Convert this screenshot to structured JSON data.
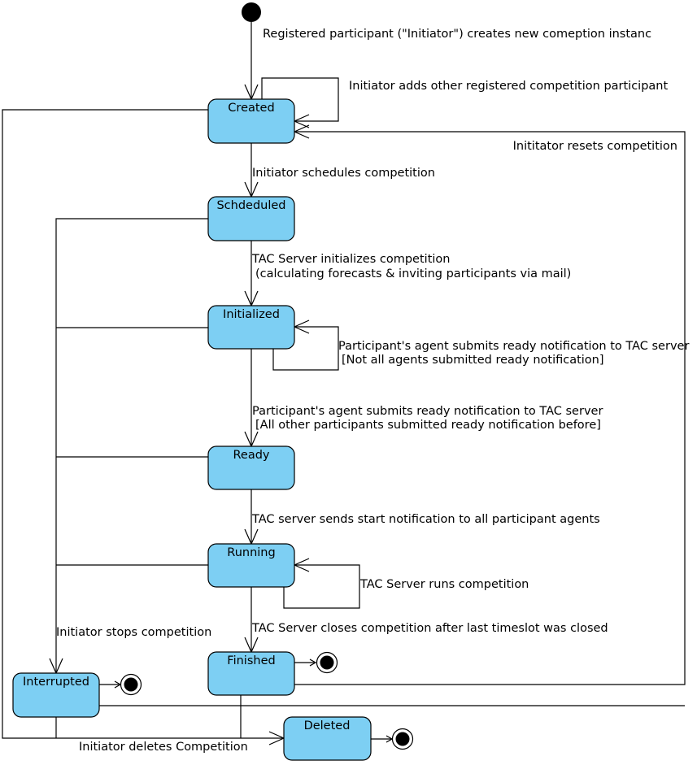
{
  "diagram": {
    "type": "uml-state-machine",
    "colors": {
      "state_fill": "#7dcff3",
      "line": "#000000",
      "background": "#ffffff"
    },
    "states": {
      "created": "Created",
      "scheduled": "Schdeduled",
      "initialized": "Initialized",
      "ready": "Ready",
      "running": "Running",
      "finished": "Finished",
      "interrupted": "Interrupted",
      "deleted": "Deleted"
    },
    "transitions": {
      "create": "Registered participant (\"Initiator\") creates new comeption instanc",
      "add_participant": "Initiator adds other registered competition participant",
      "reset": "Inititator resets competition",
      "schedule": "Initiator schedules competition",
      "initialize_1": "TAC Server initializes competition",
      "initialize_2": "(calculating forecasts & inviting participants via mail)",
      "ready_partial_1": "Participant's agent submits ready notification to TAC server",
      "ready_partial_2": "[Not all agents submitted ready notification]",
      "ready_all_1": "Participant's agent submits ready notification to TAC server",
      "ready_all_2": "[All other participants submitted ready notification before]",
      "start": "TAC server sends start notification to all participant agents",
      "run": "TAC Server runs competition",
      "close": "TAC Server closes competition after last timeslot was closed",
      "stop": "Initiator stops competition",
      "delete": "Initiator deletes Competition"
    }
  }
}
